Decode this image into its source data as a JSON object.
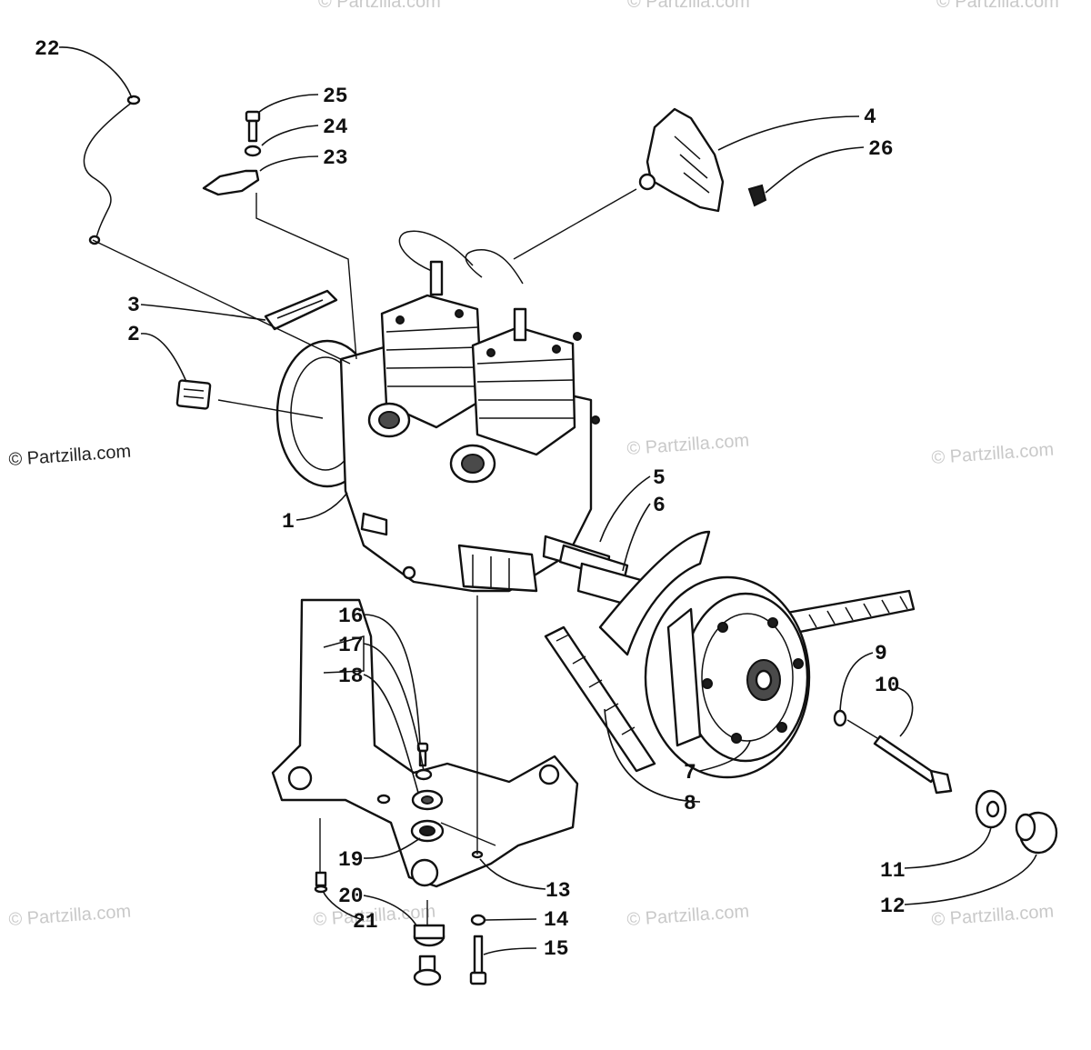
{
  "watermarks": {
    "left": "© Partzilla.com",
    "repeat": "© Partzilla.com"
  },
  "callouts": [
    "1",
    "2",
    "3",
    "4",
    "5",
    "6",
    "7",
    "8",
    "9",
    "10",
    "11",
    "12",
    "13",
    "14",
    "15",
    "16",
    "17",
    "18",
    "19",
    "20",
    "21",
    "22",
    "23",
    "24",
    "25",
    "26"
  ]
}
